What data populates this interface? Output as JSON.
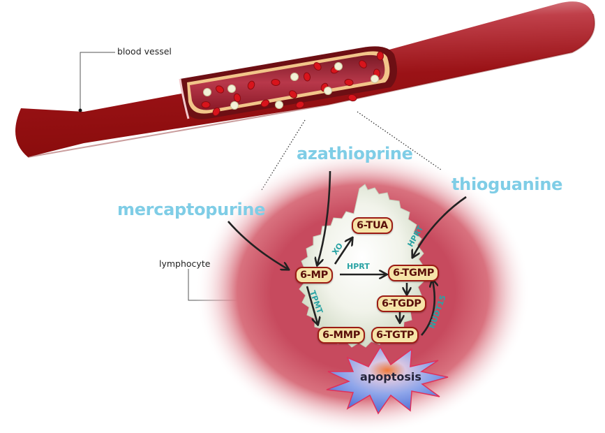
{
  "labels": {
    "blood_vessel": "blood vessel",
    "lymphocyte": "lymphocyte"
  },
  "drugs": {
    "azathioprine": "azathioprine",
    "mercaptopurine": "mercaptopurine",
    "thioguanine": "thioguanine"
  },
  "metabolites": {
    "mp": "6-MP",
    "tua": "6-TUA",
    "tgmp": "6-TGMP",
    "tgdp": "6-TGDP",
    "tgtp": "6-TGTP",
    "mmp": "6-MMP"
  },
  "enzymes": {
    "xo": "XO",
    "hprt_mp": "HPRT",
    "hprt_tg": "HPRT",
    "tpmt": "TPMT",
    "nudt15": "NUDT15"
  },
  "outcome": "apoptosis",
  "colors": {
    "drug_text": "#7fcde6",
    "enzyme_text": "#2aa3a4",
    "node_fill": "#f6e4a8",
    "node_border": "#9c1b14",
    "vessel": "#8e0f0f"
  }
}
